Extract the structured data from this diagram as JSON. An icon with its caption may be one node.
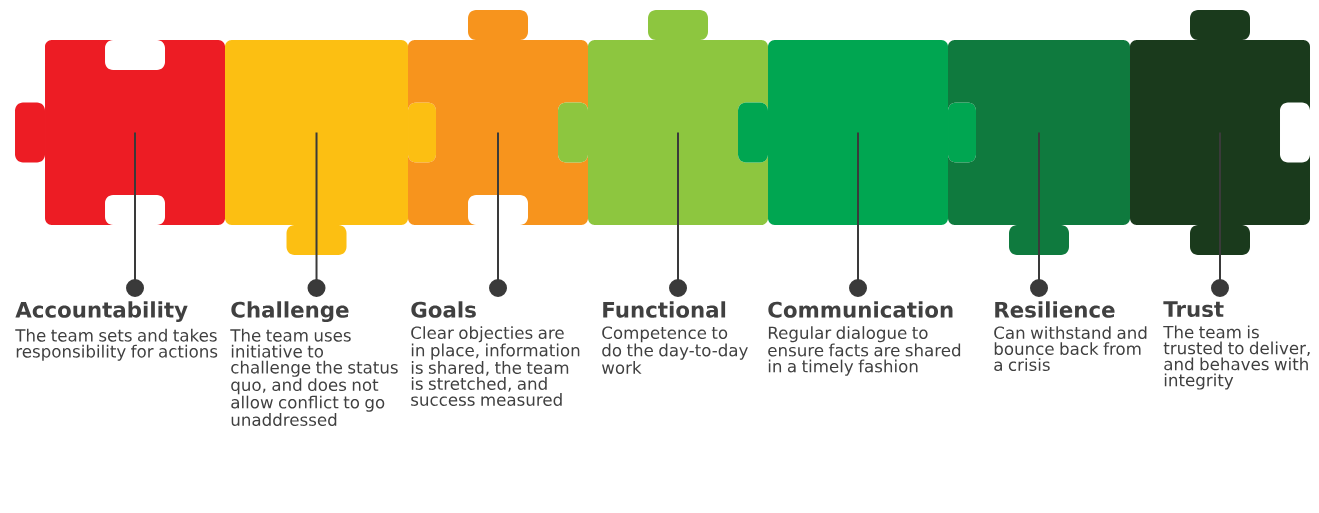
{
  "diagram": {
    "nodes": [
      {
        "text": [],
        "shape": "puzzle"
      },
      {
        "text": [],
        "shape": "puzzle"
      },
      {
        "text": [],
        "shape": "puzzle"
      },
      {
        "text": [],
        "shape": "puzzle"
      },
      {
        "text": [],
        "shape": "puzzle"
      },
      {
        "text": [],
        "shape": "puzzle"
      },
      {
        "text": [],
        "shape": "puzzle"
      },
      {
        "text": [
          "Accountability",
          "The team sets and takes responsibility for actions"
        ]
      },
      {
        "text": [
          "Challenge",
          "The team uses initiative to challenge the status quo, and does not allow conflict to go unaddressed"
        ]
      },
      {
        "text": [
          "Goals",
          "Clear objecties are in place, information is shared, the team is stretched, and success measured"
        ]
      },
      {
        "text": [
          "Functional",
          "Competence to do the day-to-day work"
        ]
      },
      {
        "text": [
          "Communication",
          "Regular dialogue to ensure facts are shared in a timely fashion"
        ]
      },
      {
        "text": [
          "Resilience",
          "Can withstand and bounce back from a crisis"
        ]
      },
      {
        "text": [
          "Trust",
          "The team is trusted to deliver, and behaves with integrity"
        ]
      }
    ],
    "edges": [
      {
        "from": 0,
        "to": 7,
        "arrow": "other"
      },
      {
        "from": 1,
        "to": 8,
        "arrow": "other"
      },
      {
        "from": 2,
        "to": 9,
        "arrow": "other"
      },
      {
        "from": 3,
        "to": 10,
        "arrow": "other"
      },
      {
        "from": 4,
        "to": 11,
        "arrow": "other"
      },
      {
        "from": 5,
        "to": 12,
        "arrow": "other"
      },
      {
        "from": 6,
        "to": 13,
        "arrow": "other"
      }
    ]
  }
}
